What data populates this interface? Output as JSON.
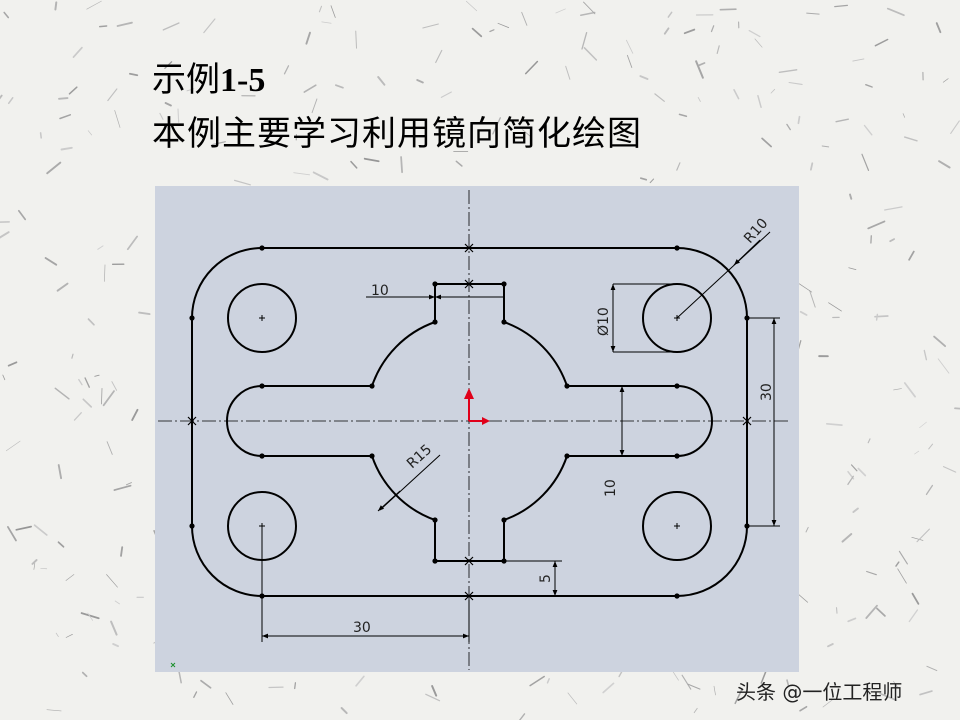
{
  "slide": {
    "title_prefix": "示例",
    "title_number": "1-5",
    "subtitle": "本例主要学习利用镜向简化绘图"
  },
  "drawing": {
    "dimensions": {
      "d10_top": "10",
      "phi10": "Ø10",
      "r10": "R10",
      "d30_right": "30",
      "d10_right": "10",
      "r15": "R15",
      "d5": "5",
      "d30_bottom": "30"
    },
    "colors": {
      "sheet": "#cdd3df",
      "line": "#000000",
      "origin_y": "#e0001a",
      "origin_x": "#e0001a"
    }
  },
  "watermark": "头条 @一位工程师"
}
